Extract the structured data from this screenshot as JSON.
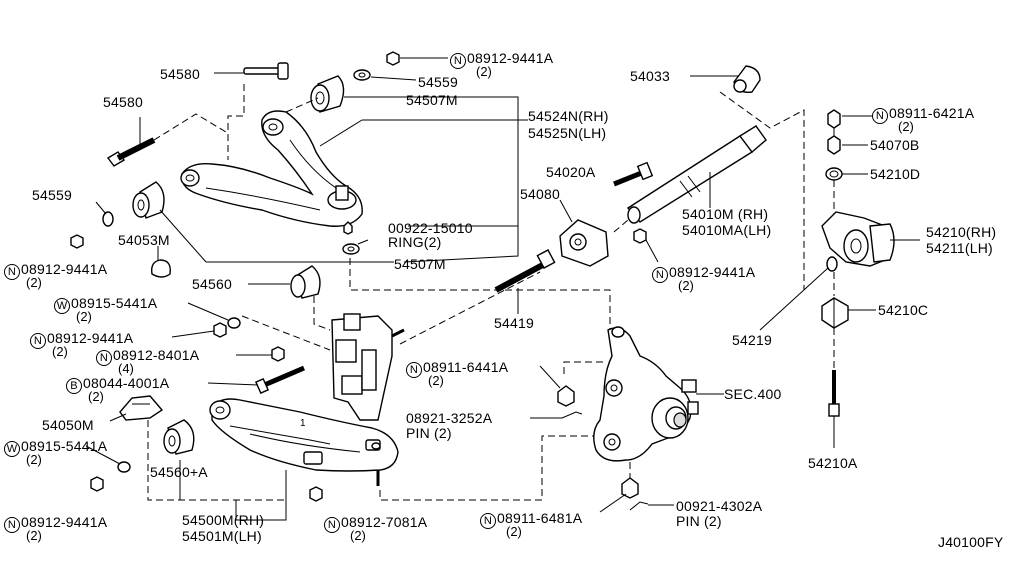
{
  "diagram_code": "J40100FY",
  "prefix_symbols": {
    "n_circle": "N",
    "w_circle": "W",
    "b_circle": "B"
  },
  "labels": {
    "l54580a": "54580",
    "l54580b": "54580",
    "l08912_9441a_top": "08912-9441A",
    "l08912_9441a_top_qty": "(2)",
    "l54559a": "54559",
    "l54507m_top": "54507M",
    "l54524n": "54524N(RH)",
    "l54525n": "54525N(LH)",
    "l54559b": "54559",
    "l54053m": "54053M",
    "l08912_9441a_left": "08912-9441A",
    "l08912_9441a_left_qty": "(2)",
    "l00922_15010": "00922-15010",
    "l00922_ring": "RING(2)",
    "l54507m_bot": "54507M",
    "l54560": "54560",
    "l08915_5441a_a": "08915-5441A",
    "l08915_5441a_a_qty": "(2)",
    "l08912_9441a_mid": "08912-9441A",
    "l08912_9441a_mid_qty": "(2)",
    "l08912_8401a": "08912-8401A",
    "l08912_8401a_qty": "(4)",
    "l08044_4001a": "08044-4001A",
    "l08044_4001a_qty": "(2)",
    "l54050m": "54050M",
    "l08915_5441a_b": "08915-5441A",
    "l08915_5441a_b_qty": "(2)",
    "l54560a": "54560+A",
    "l08912_9441a_bot": "08912-9441A",
    "l08912_9441a_bot_qty": "(2)",
    "l54500m": "54500M(RH)",
    "l54501m": "54501M(LH)",
    "l08912_7081a": "08912-7081A",
    "l08912_7081a_qty": "(2)",
    "l54033": "54033",
    "l54020a": "54020A",
    "l54080": "54080",
    "l54010m": "54010M (RH)",
    "l54010ma": "54010MA(LH)",
    "l08912_9441a_right": "08912-9441A",
    "l08912_9441a_right_qty": "(2)",
    "l54419": "54419",
    "l08911_6441a": "08911-6441A",
    "l08911_6441a_qty": "(2)",
    "l08921_3252a": "08921-3252A",
    "l08921_pin": "PIN (2)",
    "l08911_6481a": "08911-6481A",
    "l08911_6481a_qty": "(2)",
    "l00921_4302a": "00921-4302A",
    "l00921_pin": "PIN (2)",
    "lsec400": "SEC.400",
    "l08911_6421a": "08911-6421A",
    "l08911_6421a_qty": "(2)",
    "l54070b": "54070B",
    "l54210d": "54210D",
    "l54210rh": "54210(RH)",
    "l54211lh": "54211(LH)",
    "l54219": "54219",
    "l54210c": "54210C",
    "l54210a": "54210A"
  }
}
